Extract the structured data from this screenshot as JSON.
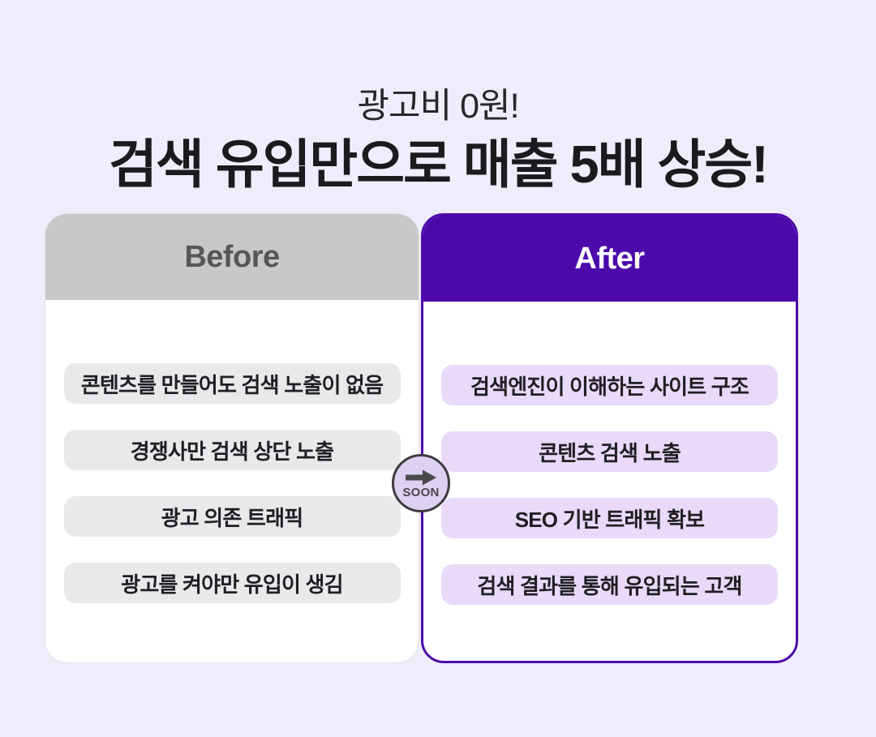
{
  "title": {
    "subtitle": "광고비 0원!",
    "main": "검색 유입만으로 매출 5배 상승!"
  },
  "comparison": {
    "before": {
      "header_label": "Before",
      "items": [
        "콘텐츠를 만들어도 검색 노출이 없음",
        "경쟁사만 검색 상단 노출",
        "광고 의존 트래픽",
        "광고를 켜야만 유입이 생김"
      ]
    },
    "after": {
      "header_label": "After",
      "items": [
        "검색엔진이 이해하는 사이트 구조",
        "콘텐츠 검색 노출",
        "SEO 기반 트래픽 확보",
        "검색 결과를 통해 유입되는 고객"
      ]
    },
    "badge": {
      "label": "SOON",
      "icon": "right-arrow-icon"
    }
  },
  "colors": {
    "background": "#efedfb",
    "accent_purple": "#4c0aab",
    "before_header_bg": "#c8c7c9",
    "before_header_text": "#57575a",
    "after_header_text": "#ffffff",
    "before_pill_bg": "#e9e9eb",
    "after_pill_bg": "#e8daf8",
    "pill_text": "#1f1f23",
    "badge_bg": "#ddd1f1",
    "badge_border": "#3c3c3f",
    "badge_arrow": "#4a4a4d",
    "title_text": "#1b1b1f"
  }
}
